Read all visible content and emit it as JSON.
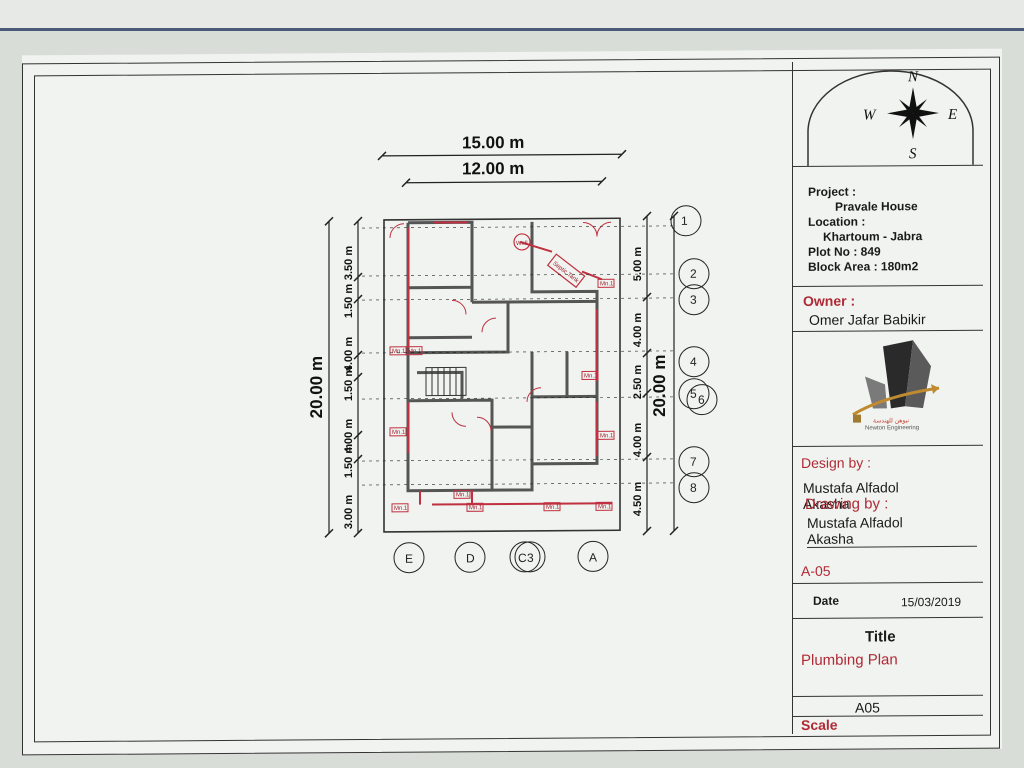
{
  "dimensions": {
    "overall_width": "15.00 m",
    "inner_width": "12.00 m",
    "overall_height": "20.00 m",
    "right_height": "20.00 m",
    "left_segments": [
      "3.00 m",
      "1.50 m",
      "4.00 m",
      "1.50 m",
      "4.00 m",
      "1.50 m",
      "3.50 m"
    ],
    "right_segments": [
      "5.00 m",
      "4.00 m",
      "2.50 m",
      "4.00 m",
      "4.50 m"
    ]
  },
  "grid": {
    "rows": [
      "1",
      "2",
      "3",
      "4",
      "5",
      "6",
      "7",
      "8"
    ],
    "columns": [
      "E",
      "D",
      "C",
      "3",
      "A"
    ]
  },
  "plan_labels": {
    "well": "Well",
    "septic": "Septic Tank",
    "manholes": [
      "Mn.1",
      "Mn.1",
      "Mn.1",
      "Mn.1",
      "Mn.1",
      "Mn.1",
      "Mn.1",
      "Mn.1",
      "Mn.1",
      "Mn.1",
      "Mn.1"
    ]
  },
  "compass": {
    "n": "N",
    "s": "S",
    "e": "E",
    "w": "W"
  },
  "title_block": {
    "project_label": "Project :",
    "project_value": "Pravale House",
    "location_label": "Location :",
    "location_value": "Khartoum - Jabra",
    "plot": "Plot No : 849",
    "block_area": "Block Area : 180m2",
    "owner_label": "Owner :",
    "owner_value": "Omer Jafar Babikir",
    "logo_line1": "نيوهن للهندسة",
    "logo_line2": "Newton Engineering",
    "design_label": "Design by :",
    "design_line1": "Mustafa Alfadol",
    "design_line2": "Akasha",
    "drawing_label": "Drawing by :",
    "drawing_line1": "Mustafa Alfadol",
    "drawing_line2": "Akasha",
    "sheet_code": "A-05",
    "date_label": "Date",
    "date_value": "15/03/2019",
    "title_label": "Title",
    "title_value": "Plumbing Plan",
    "sheet_no": "A05",
    "scale_label": "Scale"
  },
  "colors": {
    "wall": "#444444",
    "pipe": "#c03040",
    "frame": "#333333",
    "label_red": "#b02a36"
  }
}
